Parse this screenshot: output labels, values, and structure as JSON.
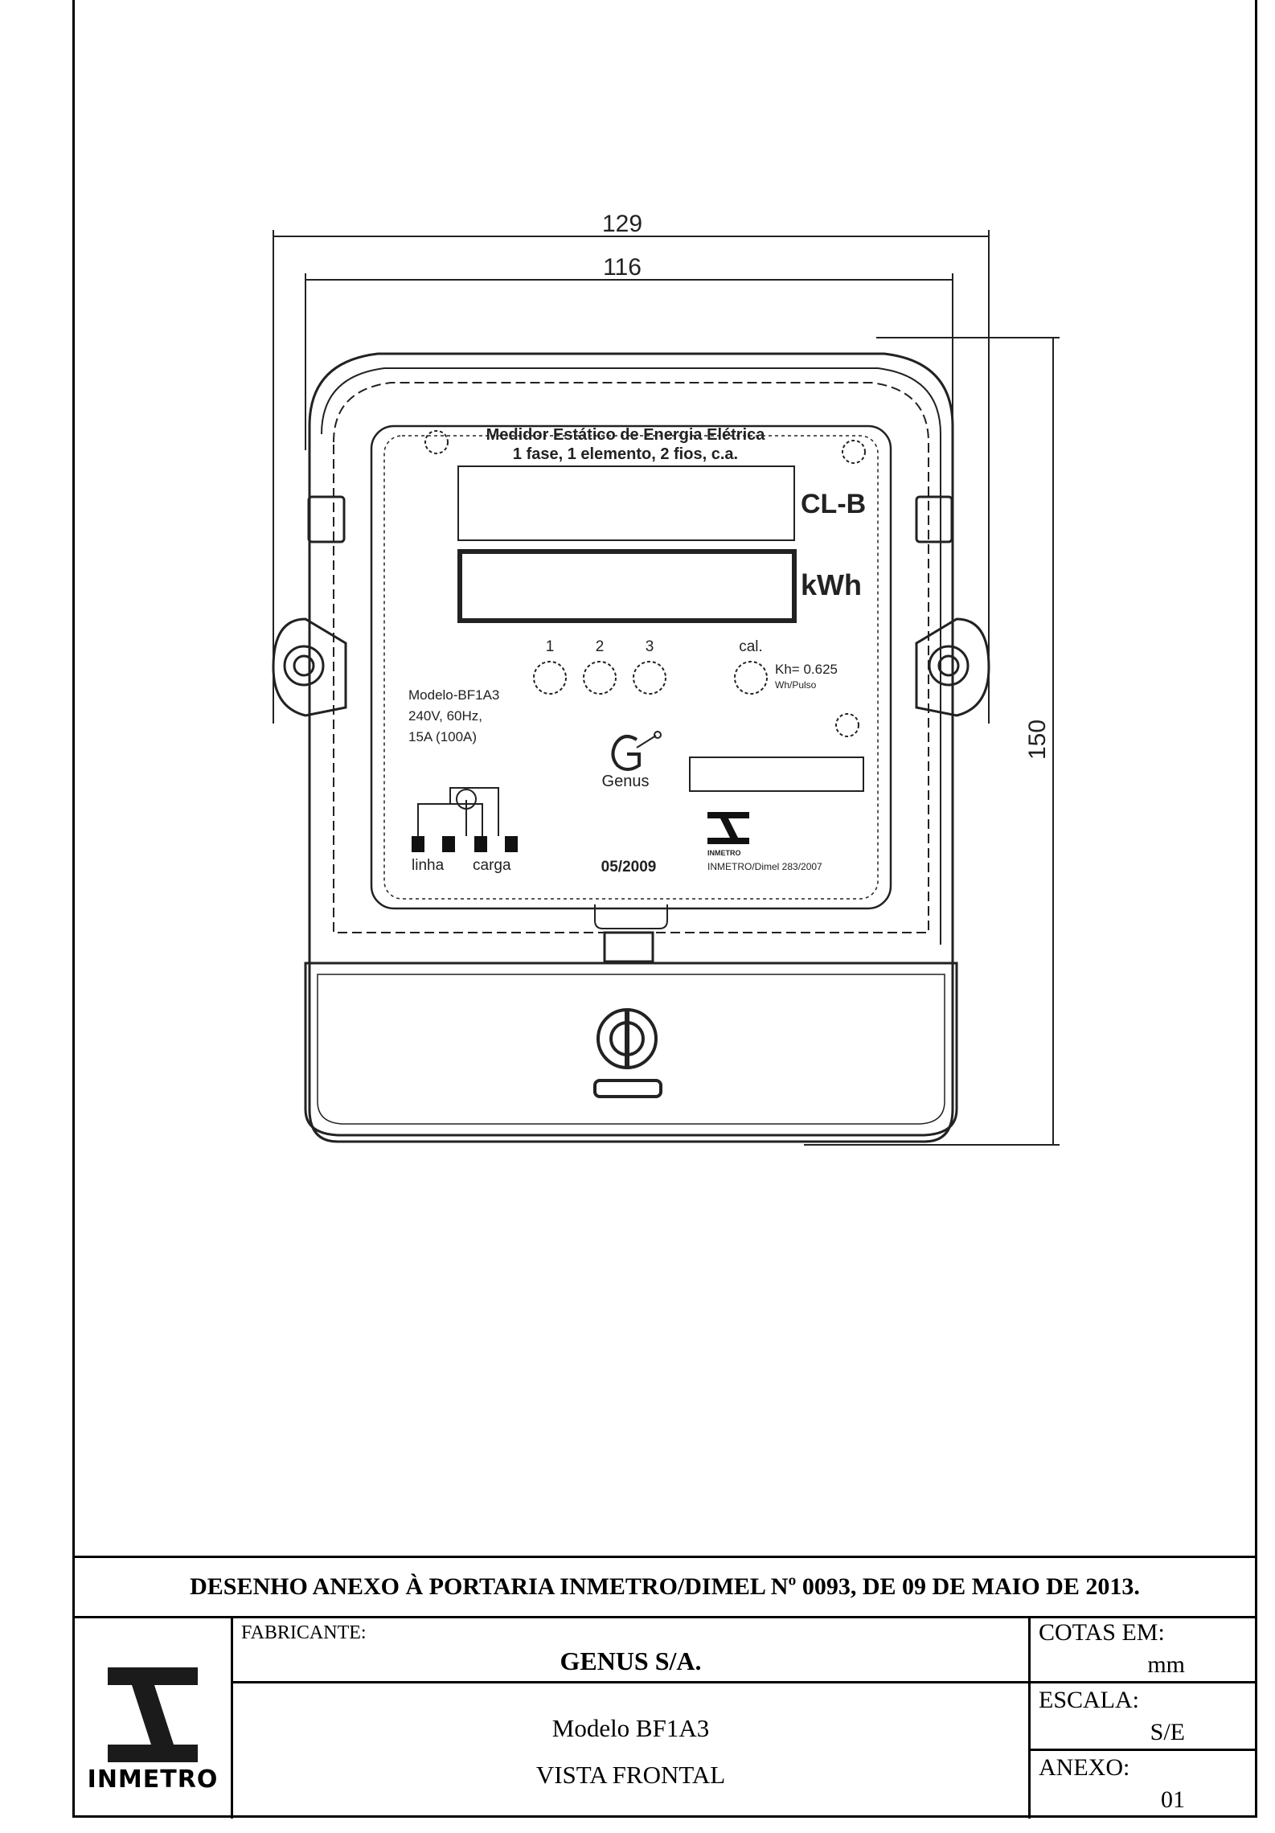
{
  "drawing": {
    "dim_overall_width": "129",
    "dim_inner_width": "116",
    "dim_height": "150",
    "meter_title_line1": "Medidor Estático de Energia Elétrica",
    "meter_title_line2": "1 fase, 1 elemento, 2 fios, c.a.",
    "class_label": "CL-B",
    "unit_label": "kWh",
    "led_labels": [
      "1",
      "2",
      "3",
      "cal."
    ],
    "kh_value": "Kh= 0.625",
    "kh_unit": "Wh/Pulso",
    "model_line1": "Modelo-BF1A3",
    "model_line2": "240V, 60Hz,",
    "model_line3": "15A (100A)",
    "brand": "Genus",
    "terminal_left": "linha",
    "terminal_right": "carga",
    "date_code": "05/2009",
    "inmetro_small": "INMETRO",
    "inmetro_ref": "INMETRO/Dimel 283/2007"
  },
  "title_block": {
    "heading": "DESENHO ANEXO À PORTARIA INMETRO/DIMEL Nº 0093, DE 09 DE MAIO DE 2013.",
    "fabricante_label": "FABRICANTE:",
    "fabricante_value": "GENUS S/A.",
    "model": "Modelo BF1A3",
    "view": "VISTA FRONTAL",
    "cotas_label": "COTAS EM:",
    "cotas_value": "mm",
    "escala_label": "ESCALA:",
    "escala_value": "S/E",
    "anexo_label": "ANEXO:",
    "anexo_value": "01",
    "logo_text": "INMETRO"
  }
}
